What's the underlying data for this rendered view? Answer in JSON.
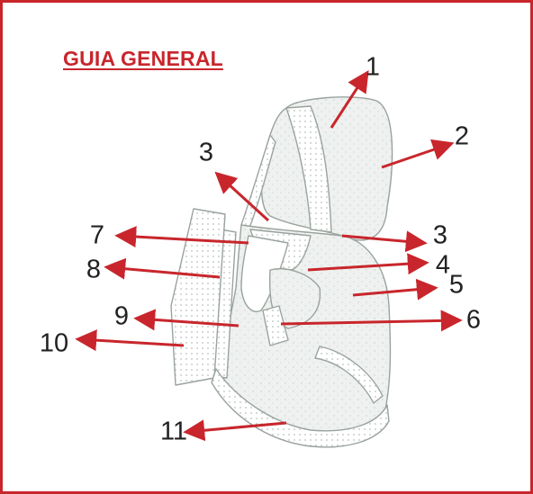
{
  "title": "GUIA GENERAL",
  "callouts": [
    "1",
    "2",
    "3",
    "3",
    "4",
    "5",
    "6",
    "7",
    "8",
    "9",
    "10",
    "11"
  ],
  "colors": {
    "border": "#c8262c",
    "arrow": "#c8262c",
    "title": "#c8262c",
    "text": "#222222",
    "sketch": "#9aa39d"
  }
}
